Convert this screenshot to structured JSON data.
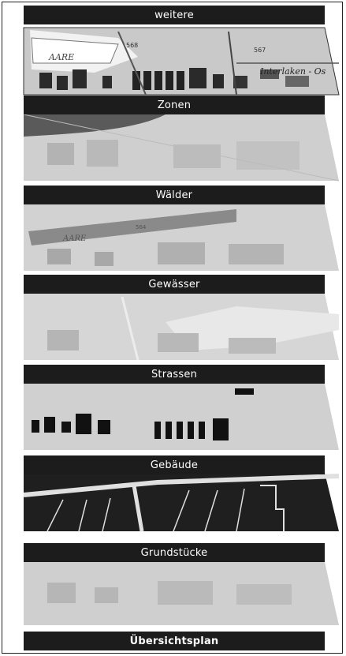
{
  "layers": [
    {
      "label": "weitere",
      "style": "full-map",
      "map_labels": [
        "AARE",
        "568",
        "567",
        "Interlaken - Os"
      ]
    },
    {
      "label": "Zonen",
      "style": "zones",
      "map_labels": []
    },
    {
      "label": "Wälder",
      "style": "forest",
      "map_labels": [
        "AARE",
        "564"
      ]
    },
    {
      "label": "Gewässer",
      "style": "water",
      "map_labels": []
    },
    {
      "label": "Strassen",
      "style": "roads",
      "map_labels": []
    },
    {
      "label": "Gebäude",
      "style": "buildings",
      "map_labels": []
    },
    {
      "label": "Grundstücke",
      "style": "parcels",
      "map_labels": []
    },
    {
      "label": "Übersichtsplan",
      "style": "overview",
      "map_labels": []
    }
  ],
  "colors": {
    "bar": "#1c1c1c",
    "bar_text": "#ffffff",
    "map_light": "#d8d8d8",
    "map_mid": "#a9a9a9",
    "map_dark": "#5e5e5e",
    "parcel_bg": "#1e1e1e"
  }
}
